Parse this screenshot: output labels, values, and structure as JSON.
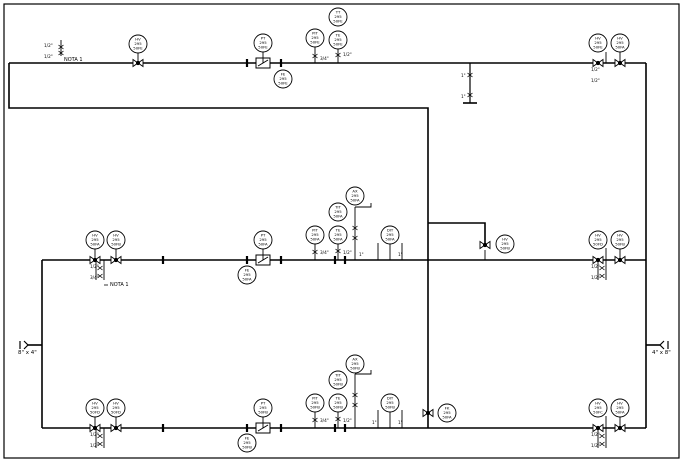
{
  "reducers": {
    "left": "8\" x 4\"",
    "right": "4\" x 8\""
  },
  "notes": {
    "top": "NOTA 1",
    "middle": "NOTA 1"
  },
  "sizes": {
    "half_inch": "1/2\"",
    "three_quarter": "3/4\"",
    "one_inch": "1\""
  },
  "instruments": {
    "top": {
      "hv_left": [
        "HV",
        "295",
        "50FE"
      ],
      "pt": [
        "PT",
        "295",
        "50FE"
      ],
      "fe": [
        "FE",
        "295",
        "50FE"
      ],
      "pit": [
        "PIT",
        "295",
        "50FE"
      ],
      "te": [
        "TE",
        "295",
        "50FE"
      ],
      "tt": [
        "TT",
        "295",
        "50FE"
      ],
      "hv_r1": [
        "HV",
        "295",
        "50FE"
      ],
      "hv_r2": [
        "HV",
        "295",
        "50FA"
      ]
    },
    "middle": {
      "hv_l1": [
        "HV",
        "295",
        "50FA"
      ],
      "hv_l2": [
        "HV",
        "295",
        "50FB"
      ],
      "pt": [
        "PT",
        "295",
        "50FA"
      ],
      "fe": [
        "FE",
        "295",
        "50FA"
      ],
      "pit": [
        "PIT",
        "295",
        "50FA"
      ],
      "te": [
        "TE",
        "295",
        "50FA"
      ],
      "tit": [
        "TIT",
        "295",
        "50FA"
      ],
      "ax": [
        "AX",
        "295",
        "50FA"
      ],
      "dit": [
        "DIT",
        "295",
        "50FA"
      ],
      "hv_mid": [
        "HV",
        "295",
        "50FB"
      ],
      "hv_r1": [
        "HV",
        "295",
        "50FD"
      ],
      "hv_r2": [
        "HV",
        "295",
        "50FB"
      ]
    },
    "bottom": {
      "hv_l1": [
        "HV",
        "295",
        "50FD"
      ],
      "hv_l2": [
        "HV",
        "295",
        "50FD"
      ],
      "pt": [
        "PT",
        "295",
        "50FB"
      ],
      "fe": [
        "FE",
        "295",
        "50FB"
      ],
      "pit": [
        "PIT",
        "295",
        "50FB"
      ],
      "te": [
        "TE",
        "295",
        "50FB"
      ],
      "tit": [
        "TIT",
        "295",
        "50FB"
      ],
      "ax": [
        "AX",
        "295",
        "50FB"
      ],
      "dit": [
        "DIT",
        "295",
        "50FB"
      ],
      "fk": [
        "FK",
        "295",
        "50FA"
      ],
      "hv_r1": [
        "HV",
        "295",
        "50FC"
      ],
      "hv_r2": [
        "HV",
        "295",
        "50FA"
      ]
    }
  }
}
